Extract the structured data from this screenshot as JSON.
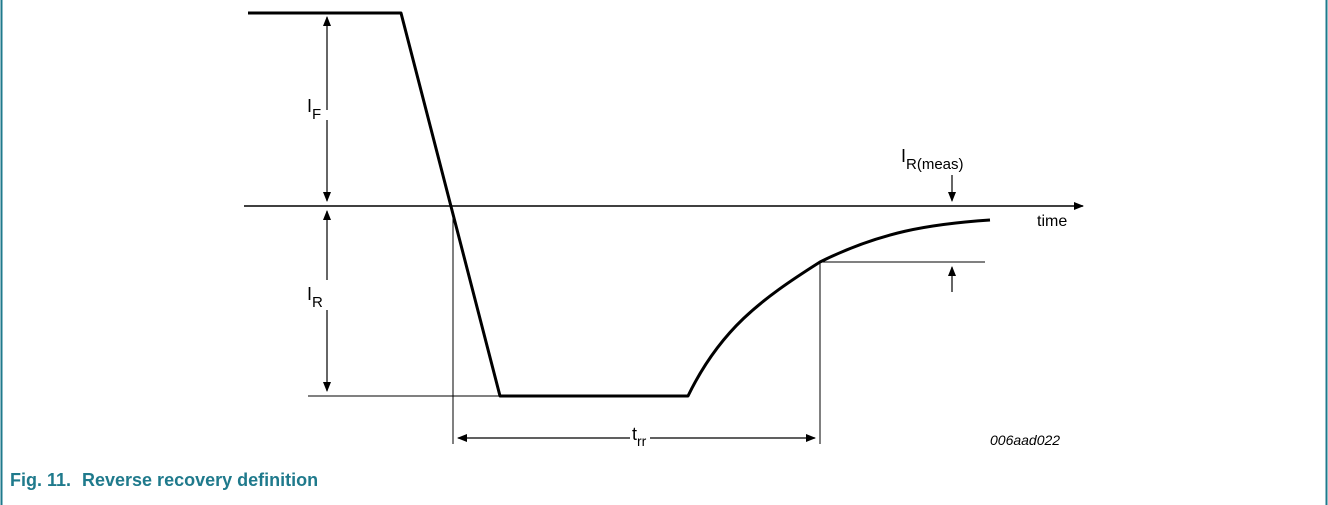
{
  "figure": {
    "number": "Fig. 11.",
    "title": "Reverse recovery definition",
    "code": "006aad022",
    "frame_color": "#1f7a8c"
  },
  "labels": {
    "forward_current": {
      "main": "I",
      "sub": "F"
    },
    "reverse_current": {
      "main": "I",
      "sub": "R"
    },
    "measured_current": {
      "main": "I",
      "sub": "R(meas)"
    },
    "recovery_time": {
      "main": "t",
      "sub": "rr"
    },
    "time_axis": "time"
  }
}
